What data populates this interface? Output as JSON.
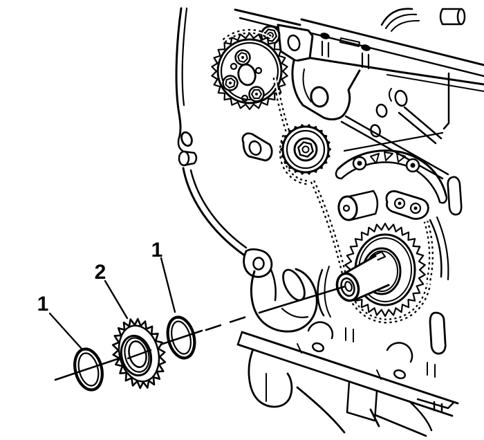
{
  "diagram": {
    "background_color": "#ffffff",
    "line_color": "#000000",
    "callouts": [
      {
        "label": "1",
        "target": "ring-seal-left"
      },
      {
        "label": "2",
        "target": "drive-gear"
      },
      {
        "label": "1",
        "target": "ring-seal-right"
      }
    ]
  }
}
